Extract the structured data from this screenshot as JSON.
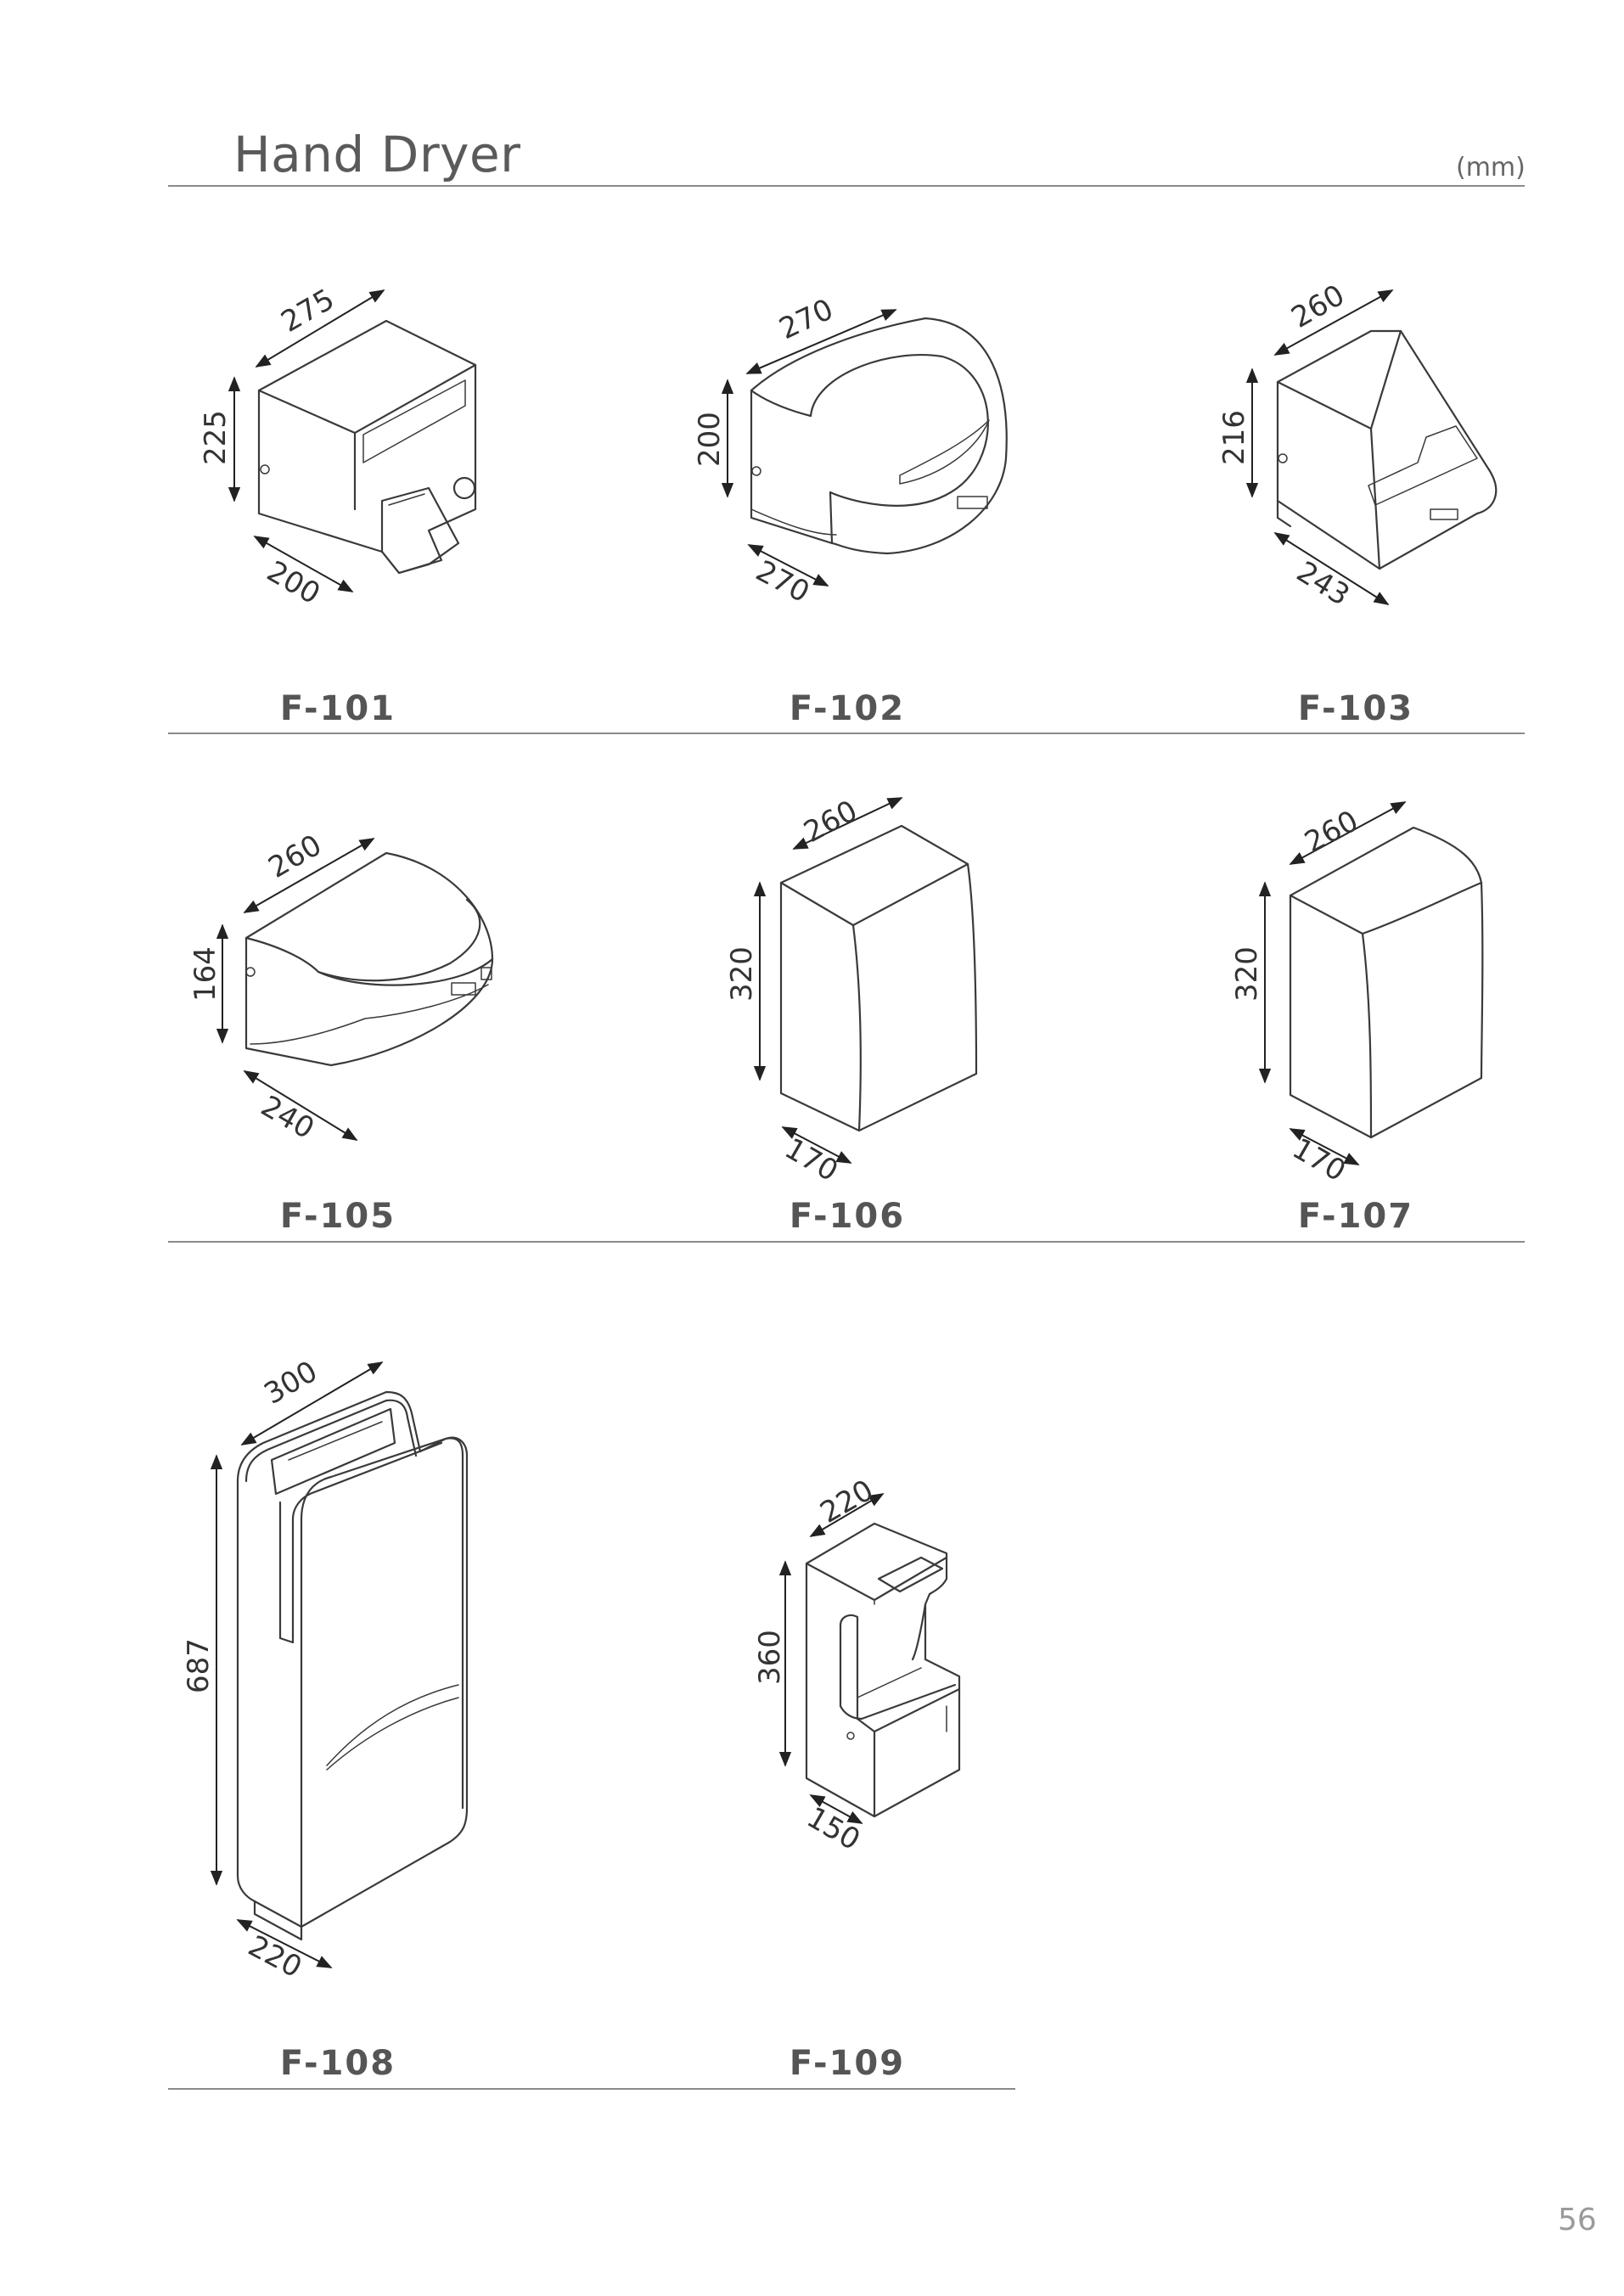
{
  "header": {
    "title": "Hand Dryer",
    "unit": "(mm)"
  },
  "products": [
    {
      "model": "F-101",
      "dims": {
        "width": "275",
        "height": "225",
        "depth": "200"
      }
    },
    {
      "model": "F-102",
      "dims": {
        "width": "270",
        "height": "200",
        "depth": "270"
      }
    },
    {
      "model": "F-103",
      "dims": {
        "width": "260",
        "height": "216",
        "depth": "243"
      }
    },
    {
      "model": "F-105",
      "dims": {
        "width": "260",
        "height": "164",
        "depth": "240"
      }
    },
    {
      "model": "F-106",
      "dims": {
        "width": "260",
        "height": "320",
        "depth": "170"
      }
    },
    {
      "model": "F-107",
      "dims": {
        "width": "260",
        "height": "320",
        "depth": "170"
      }
    },
    {
      "model": "F-108",
      "dims": {
        "width": "300",
        "height": "687",
        "depth": "220"
      }
    },
    {
      "model": "F-109",
      "dims": {
        "width": "220",
        "height": "360",
        "depth": "150"
      }
    }
  ],
  "footer": {
    "page_number": "56"
  },
  "colors": {
    "text": "#555555",
    "rule": "#8a8a8a",
    "line": "#3a3a3a"
  }
}
